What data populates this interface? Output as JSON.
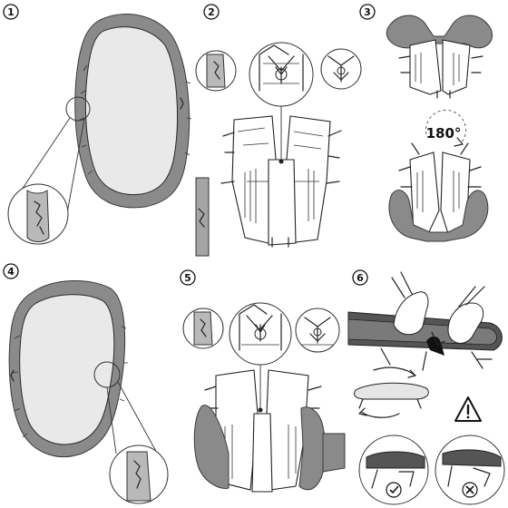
{
  "steps": [
    {
      "number": "1"
    },
    {
      "number": "2"
    },
    {
      "number": "3"
    },
    {
      "number": "4"
    },
    {
      "number": "5"
    },
    {
      "number": "6"
    }
  ],
  "rotation_label": "180°",
  "icons": {
    "warning": "warning-triangle-icon",
    "correct": "checkmark-icon",
    "incorrect": "cross-icon",
    "rotate": "rotate-arrow-icon",
    "down_arrow": "down-arrow-icon"
  },
  "colors": {
    "cover": "#8a8a8a",
    "board": "#e9e9e9",
    "line": "#222222"
  }
}
